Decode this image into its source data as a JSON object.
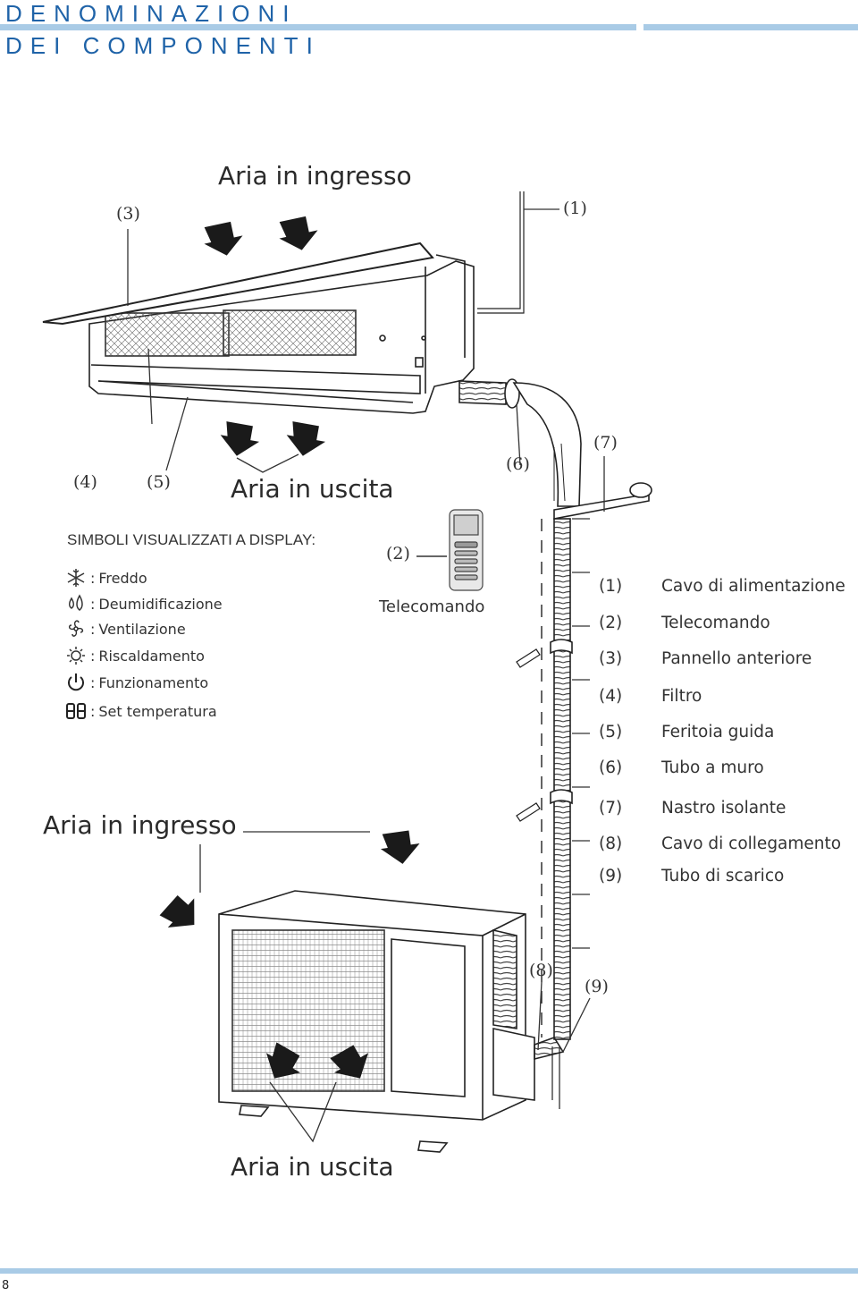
{
  "header": {
    "title_line1": "DENOMINAZIONI",
    "title_line2": "DEI COMPONENTI",
    "accent": "#1f63a8",
    "bar_color": "#a9cbe6"
  },
  "diagram": {
    "air_in_top": "Aria in ingresso",
    "air_out_top": "Aria in uscita",
    "air_in_bottom": "Aria in ingresso",
    "air_out_bottom": "Aria in uscita",
    "callouts": {
      "c1": "(1)",
      "c2": "(2)",
      "c3": "(3)",
      "c4": "(4)",
      "c5": "(5)",
      "c6": "(6)",
      "c7": "(7)",
      "c8": "(8)",
      "c9": "(9)"
    },
    "remote_label": "Telecomando"
  },
  "symbols": {
    "heading": "SIMBOLI VISUALIZZATI A DISPLAY:",
    "separator": ":",
    "items": [
      {
        "icon": "snowflake-icon",
        "label": "Freddo"
      },
      {
        "icon": "drops-icon",
        "label": "Deumidificazione"
      },
      {
        "icon": "fan-icon",
        "label": "Ventilazione"
      },
      {
        "icon": "sun-icon",
        "label": "Riscaldamento"
      },
      {
        "icon": "power-icon",
        "label": "Funzionamento"
      },
      {
        "icon": "digits-icon",
        "label": "Set temperatura"
      }
    ]
  },
  "legend": [
    {
      "num": "(1)",
      "label": "Cavo di alimentazione"
    },
    {
      "num": "(2)",
      "label": "Telecomando"
    },
    {
      "num": "(3)",
      "label": "Pannello anteriore"
    },
    {
      "num": "(4)",
      "label": "Filtro"
    },
    {
      "num": "(5)",
      "label": "Feritoia guida"
    },
    {
      "num": "(6)",
      "label": "Tubo a muro"
    },
    {
      "num": "(7)",
      "label": "Nastro isolante"
    },
    {
      "num": "(8)",
      "label": "Cavo di collegamento"
    },
    {
      "num": "(9)",
      "label": "Tubo di scarico"
    }
  ],
  "footer": {
    "page_number": "8"
  }
}
